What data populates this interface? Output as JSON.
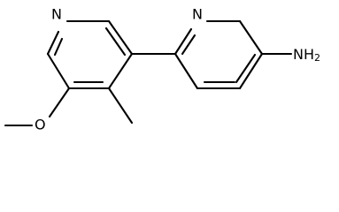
{
  "diagram": {
    "atom_labels": {
      "n_left_ring": "N",
      "n_right_ring": "N",
      "amine": "NH",
      "amine_subscript": "2",
      "ether_oxygen": "O"
    }
  }
}
